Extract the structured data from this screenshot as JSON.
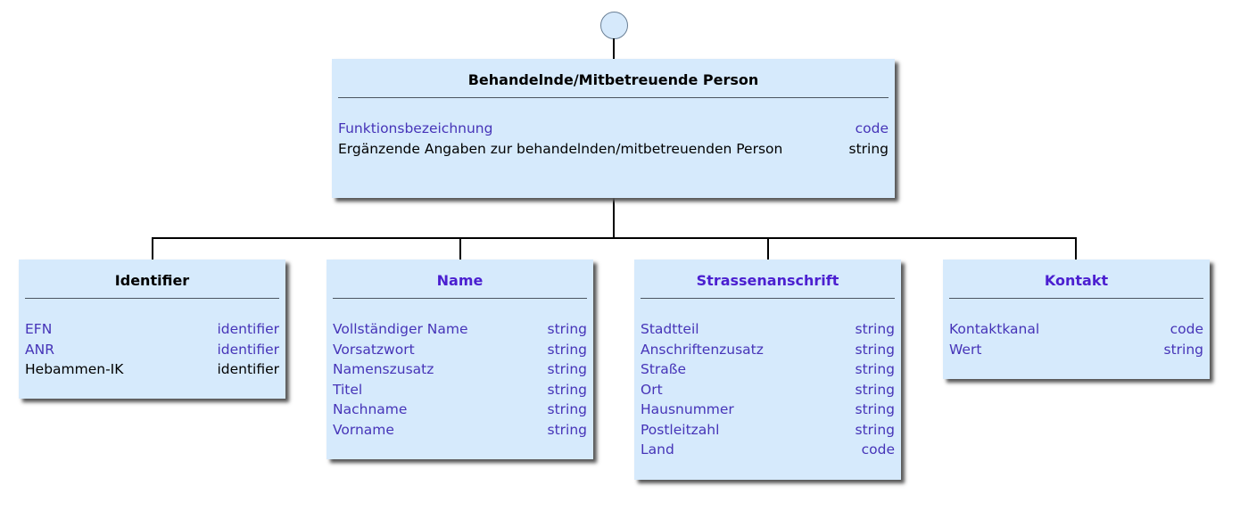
{
  "root": {
    "title": "Behandelnde/Mitbetreuende Person",
    "rows": [
      {
        "name": "Funktionsbezeichnung",
        "type": "code",
        "link": true
      },
      {
        "name": "Ergänzende Angaben zur behandelnden/mitbetreuenden Person",
        "type": "string",
        "link": false
      }
    ]
  },
  "children": [
    {
      "title": "Identifier",
      "link": false,
      "rows": [
        {
          "name": "EFN",
          "type": "identifier",
          "link": true
        },
        {
          "name": "ANR",
          "type": "identifier",
          "link": true
        },
        {
          "name": "Hebammen-IK",
          "type": "identifier",
          "link": false
        }
      ]
    },
    {
      "title": "Name",
      "link": true,
      "rows": [
        {
          "name": "Vollständiger Name",
          "type": "string",
          "link": true
        },
        {
          "name": "Vorsatzwort",
          "type": "string",
          "link": true
        },
        {
          "name": "Namenszusatz",
          "type": "string",
          "link": true
        },
        {
          "name": "Titel",
          "type": "string",
          "link": true
        },
        {
          "name": "Nachname",
          "type": "string",
          "link": true
        },
        {
          "name": "Vorname",
          "type": "string",
          "link": true
        }
      ]
    },
    {
      "title": "Strassenanschrift",
      "link": true,
      "rows": [
        {
          "name": "Stadtteil",
          "type": "string",
          "link": true
        },
        {
          "name": "Anschriftenzusatz",
          "type": "string",
          "link": true
        },
        {
          "name": "Straße",
          "type": "string",
          "link": true
        },
        {
          "name": "Ort",
          "type": "string",
          "link": true
        },
        {
          "name": "Hausnummer",
          "type": "string",
          "link": true
        },
        {
          "name": "Postleitzahl",
          "type": "string",
          "link": true
        },
        {
          "name": "Land",
          "type": "code",
          "link": true
        }
      ]
    },
    {
      "title": "Kontakt",
      "link": true,
      "rows": [
        {
          "name": "Kontaktkanal",
          "type": "code",
          "link": true
        },
        {
          "name": "Wert",
          "type": "string",
          "link": true
        }
      ]
    }
  ]
}
